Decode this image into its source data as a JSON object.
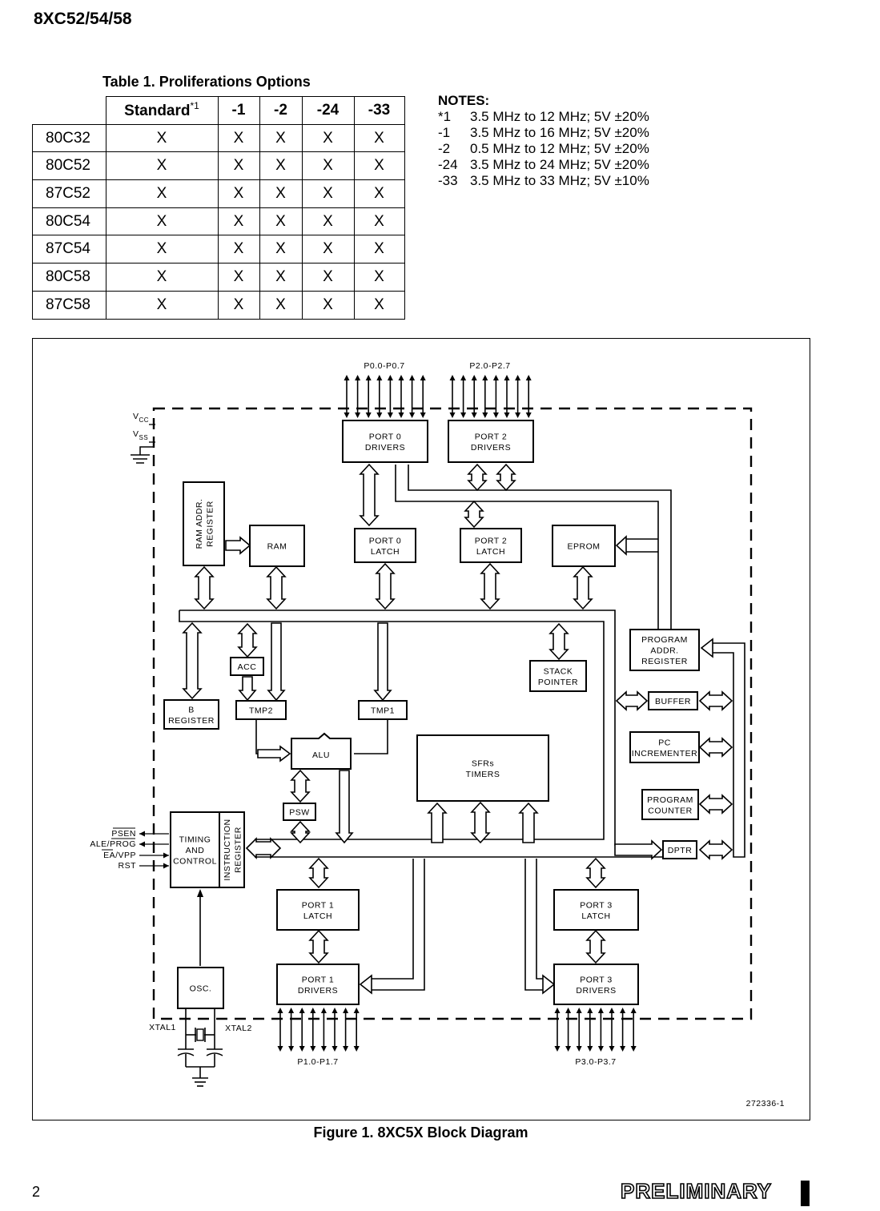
{
  "header": {
    "title": "8XC52/54/58"
  },
  "table": {
    "caption": "Table 1. Proliferations Options",
    "columns": [
      "Standard",
      "-1",
      "-2",
      "-24",
      "-33"
    ],
    "standard_note_mark": "*1",
    "rows": [
      {
        "device": "80C32",
        "values": [
          "X",
          "X",
          "X",
          "X",
          "X"
        ]
      },
      {
        "device": "80C52",
        "values": [
          "X",
          "X",
          "X",
          "X",
          "X"
        ]
      },
      {
        "device": "87C52",
        "values": [
          "X",
          "X",
          "X",
          "X",
          "X"
        ]
      },
      {
        "device": "80C54",
        "values": [
          "X",
          "X",
          "X",
          "X",
          "X"
        ]
      },
      {
        "device": "87C54",
        "values": [
          "X",
          "X",
          "X",
          "X",
          "X"
        ]
      },
      {
        "device": "80C58",
        "values": [
          "X",
          "X",
          "X",
          "X",
          "X"
        ]
      },
      {
        "device": "87C58",
        "values": [
          "X",
          "X",
          "X",
          "X",
          "X"
        ]
      }
    ]
  },
  "notes": {
    "title": "NOTES:",
    "items": [
      {
        "key": "*1",
        "text": "3.5 MHz to 12 MHz; 5V ±20%"
      },
      {
        "key": "-1",
        "text": "3.5 MHz to 16 MHz; 5V ±20%"
      },
      {
        "key": "-2",
        "text": "0.5 MHz to 12 MHz; 5V ±20%"
      },
      {
        "key": "-24",
        "text": "3.5 MHz to 24 MHz; 5V ±20%"
      },
      {
        "key": "-33",
        "text": "3.5 MHz to 33 MHz; 5V ±10%"
      }
    ]
  },
  "diagram": {
    "bus_labels": {
      "p0": "P0.0-P0.7",
      "p2": "P2.0-P2.7",
      "p1": "P1.0-P1.7",
      "p3": "P3.0-P3.7"
    },
    "supply": {
      "vcc": "V",
      "vcc_sub": "CC",
      "vss": "V",
      "vss_sub": "SS"
    },
    "blocks": {
      "port0_drivers": [
        "PORT 0",
        "DRIVERS"
      ],
      "port2_drivers": [
        "PORT 2",
        "DRIVERS"
      ],
      "ram_addr_register": [
        "RAM ADDR.",
        "REGISTER"
      ],
      "ram": [
        "RAM"
      ],
      "port0_latch": [
        "PORT 0",
        "LATCH"
      ],
      "port2_latch": [
        "PORT 2",
        "LATCH"
      ],
      "eprom": [
        "EPROM"
      ],
      "program_addr_register": [
        "PROGRAM",
        "ADDR.",
        "REGISTER"
      ],
      "acc": [
        "ACC"
      ],
      "stack_pointer": [
        "STACK",
        "POINTER"
      ],
      "b_register": [
        "B",
        "REGISTER"
      ],
      "tmp2": [
        "TMP2"
      ],
      "tmp1": [
        "TMP1"
      ],
      "buffer": [
        "BUFFER"
      ],
      "alu": [
        "ALU"
      ],
      "sfrs_timers": [
        "SFRs",
        "TIMERS"
      ],
      "pc_incrementer": [
        "PC",
        "INCREMENTER"
      ],
      "psw": [
        "PSW"
      ],
      "program_counter": [
        "PROGRAM",
        "COUNTER"
      ],
      "timing_control": [
        "TIMING",
        "AND",
        "CONTROL"
      ],
      "instruction_register": [
        "INSTRUCTION",
        "REGISTER"
      ],
      "dptr": [
        "DPTR"
      ],
      "port1_latch": [
        "PORT 1",
        "LATCH"
      ],
      "port3_latch": [
        "PORT 3",
        "LATCH"
      ],
      "osc": [
        "OSC."
      ],
      "port1_drivers": [
        "PORT 1",
        "DRIVERS"
      ],
      "port3_drivers": [
        "PORT 3",
        "DRIVERS"
      ]
    },
    "control_signals": [
      "PSEN",
      "ALE/PROG",
      "EA/VPP",
      "RST"
    ],
    "xtal1": "XTAL1",
    "xtal2": "XTAL2",
    "figure_id": "272336-1"
  },
  "figure_caption": "Figure 1. 8XC5X Block Diagram",
  "footer": {
    "page_number": "2",
    "status": "PRELIMINARY"
  }
}
